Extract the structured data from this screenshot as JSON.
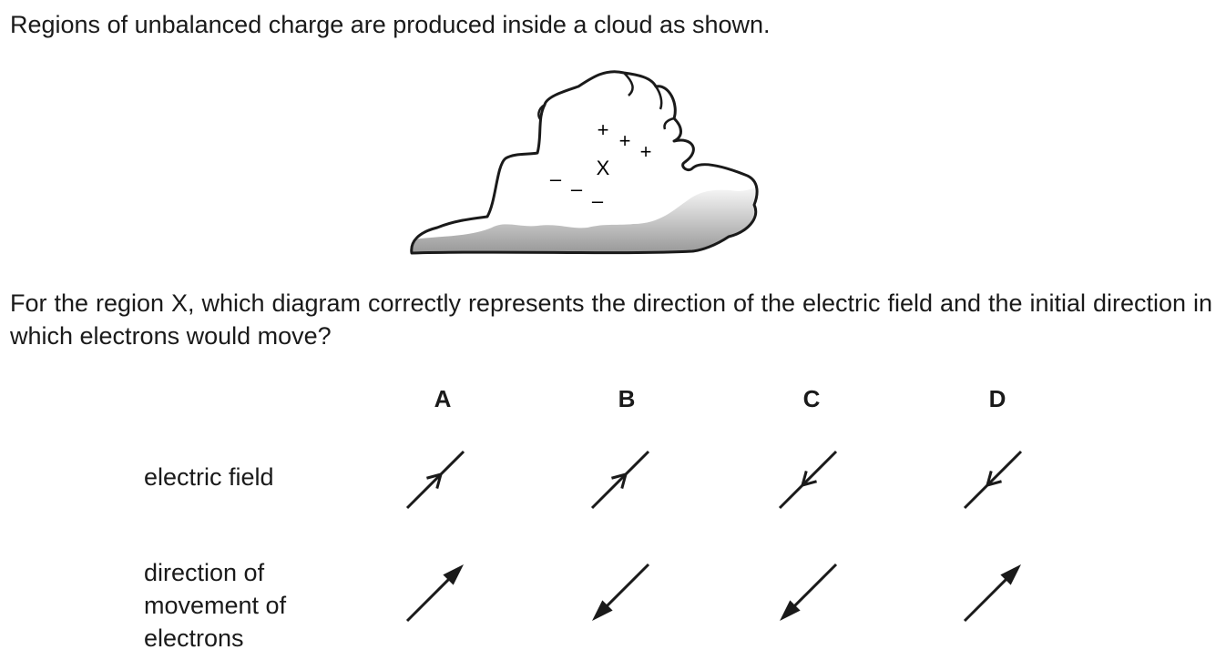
{
  "intro_text": "Regions of unbalanced charge are produced inside a cloud as shown.",
  "cloud": {
    "label_x": "X",
    "plus_sign": "+",
    "minus_sign": "–"
  },
  "question_text": "For the region X, which diagram correctly represents the direction of the electric field and the initial direction in which electrons would move?",
  "options": [
    "A",
    "B",
    "C",
    "D"
  ],
  "rows": {
    "field_label": "electric field",
    "movement_label": "direction of movement of electrons"
  },
  "answers": {
    "field_direction": [
      "up-right",
      "up-right",
      "down-left",
      "down-left"
    ],
    "movement_direction": [
      "up-right",
      "down-left",
      "down-left",
      "up-right"
    ]
  }
}
